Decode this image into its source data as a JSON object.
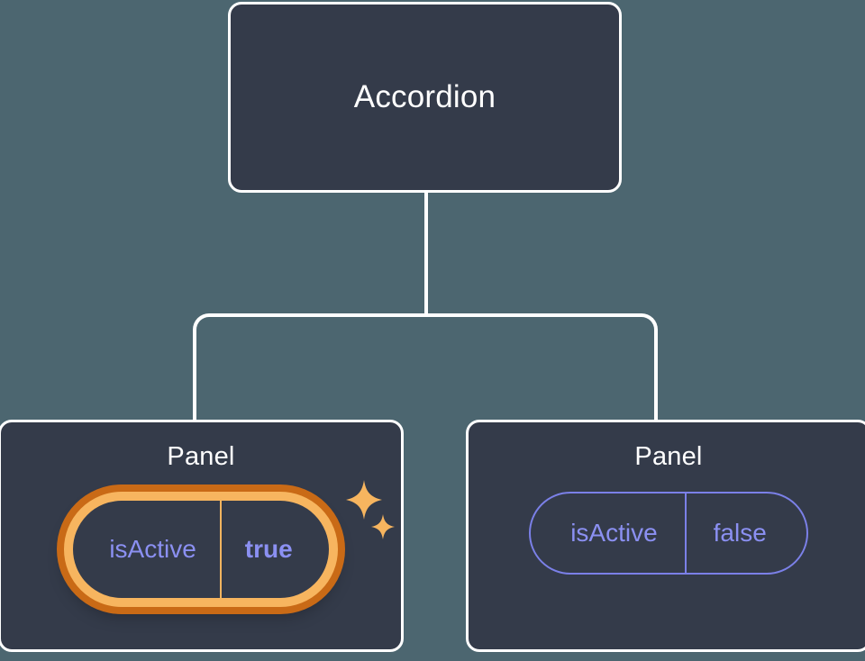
{
  "theme": {
    "background": "#4c6670",
    "card_fill": "#343b4a",
    "card_border": "#ffffff",
    "connector": "#ffffff",
    "prop_accent": "#8b90f2",
    "prop_border": "#7b80e8",
    "highlight_inner": "#f7b55f",
    "highlight_outer": "#c96a16",
    "sparkle": "#f7b55f"
  },
  "tree": {
    "root": {
      "label": "Accordion"
    },
    "children": [
      {
        "label": "Panel",
        "highlighted": true,
        "prop": {
          "key": "isActive",
          "value": "true"
        },
        "sparkles": [
          "sparkle-star-large-icon",
          "sparkle-star-small-icon"
        ]
      },
      {
        "label": "Panel",
        "highlighted": false,
        "prop": {
          "key": "isActive",
          "value": "false"
        }
      }
    ]
  }
}
